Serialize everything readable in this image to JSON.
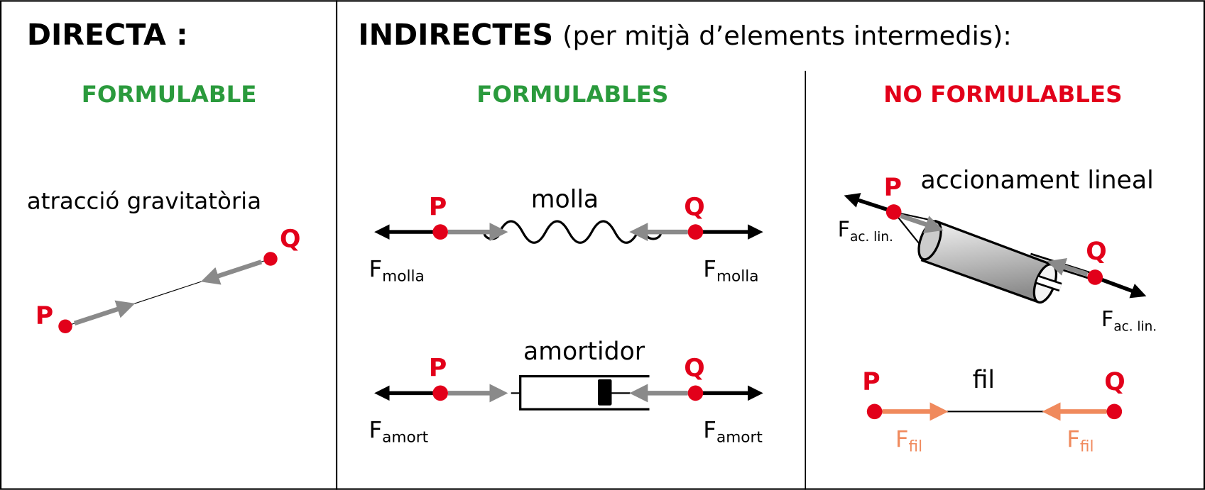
{
  "colors": {
    "red": "#e2001a",
    "green": "#2a9a3c",
    "gray": "#8a8a8a",
    "orange": "#f08a5d"
  },
  "direct": {
    "title": "DIRECTA :",
    "category": "FORMULABLE",
    "example": "atracció gravitatòria",
    "p": "P",
    "q": "Q"
  },
  "indirect": {
    "title": "INDIRECTES",
    "subtitle": "(per mitjà d’elements intermedis):",
    "formulables": {
      "category": "FORMULABLES",
      "spring": {
        "label": "molla",
        "p": "P",
        "q": "Q",
        "force": "F",
        "force_sub": "molla"
      },
      "damper": {
        "label": "amortidor",
        "p": "P",
        "q": "Q",
        "force": "F",
        "force_sub": "amort"
      }
    },
    "non_formulables": {
      "category": "NO FORMULABLES",
      "actuator": {
        "label": "accionament lineal",
        "p": "P",
        "q": "Q",
        "force": "F",
        "force_sub": "ac. lin."
      },
      "wire": {
        "label": "fil",
        "p": "P",
        "q": "Q",
        "force": "F",
        "force_sub": "fil"
      }
    }
  }
}
